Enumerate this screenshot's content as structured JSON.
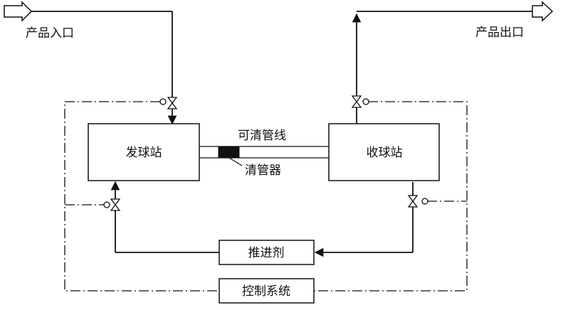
{
  "labels": {
    "product_inlet": "产品入口",
    "product_outlet": "产品出口",
    "pigging_line": "可清管线",
    "pig": "清管器"
  },
  "boxes": {
    "launcher": "发球站",
    "receiver": "收球站",
    "propellant": "推进剂",
    "control_system": "控制系统"
  },
  "colors": {
    "stroke": "#111111",
    "pig_fill": "#111111",
    "background": "#ffffff"
  }
}
